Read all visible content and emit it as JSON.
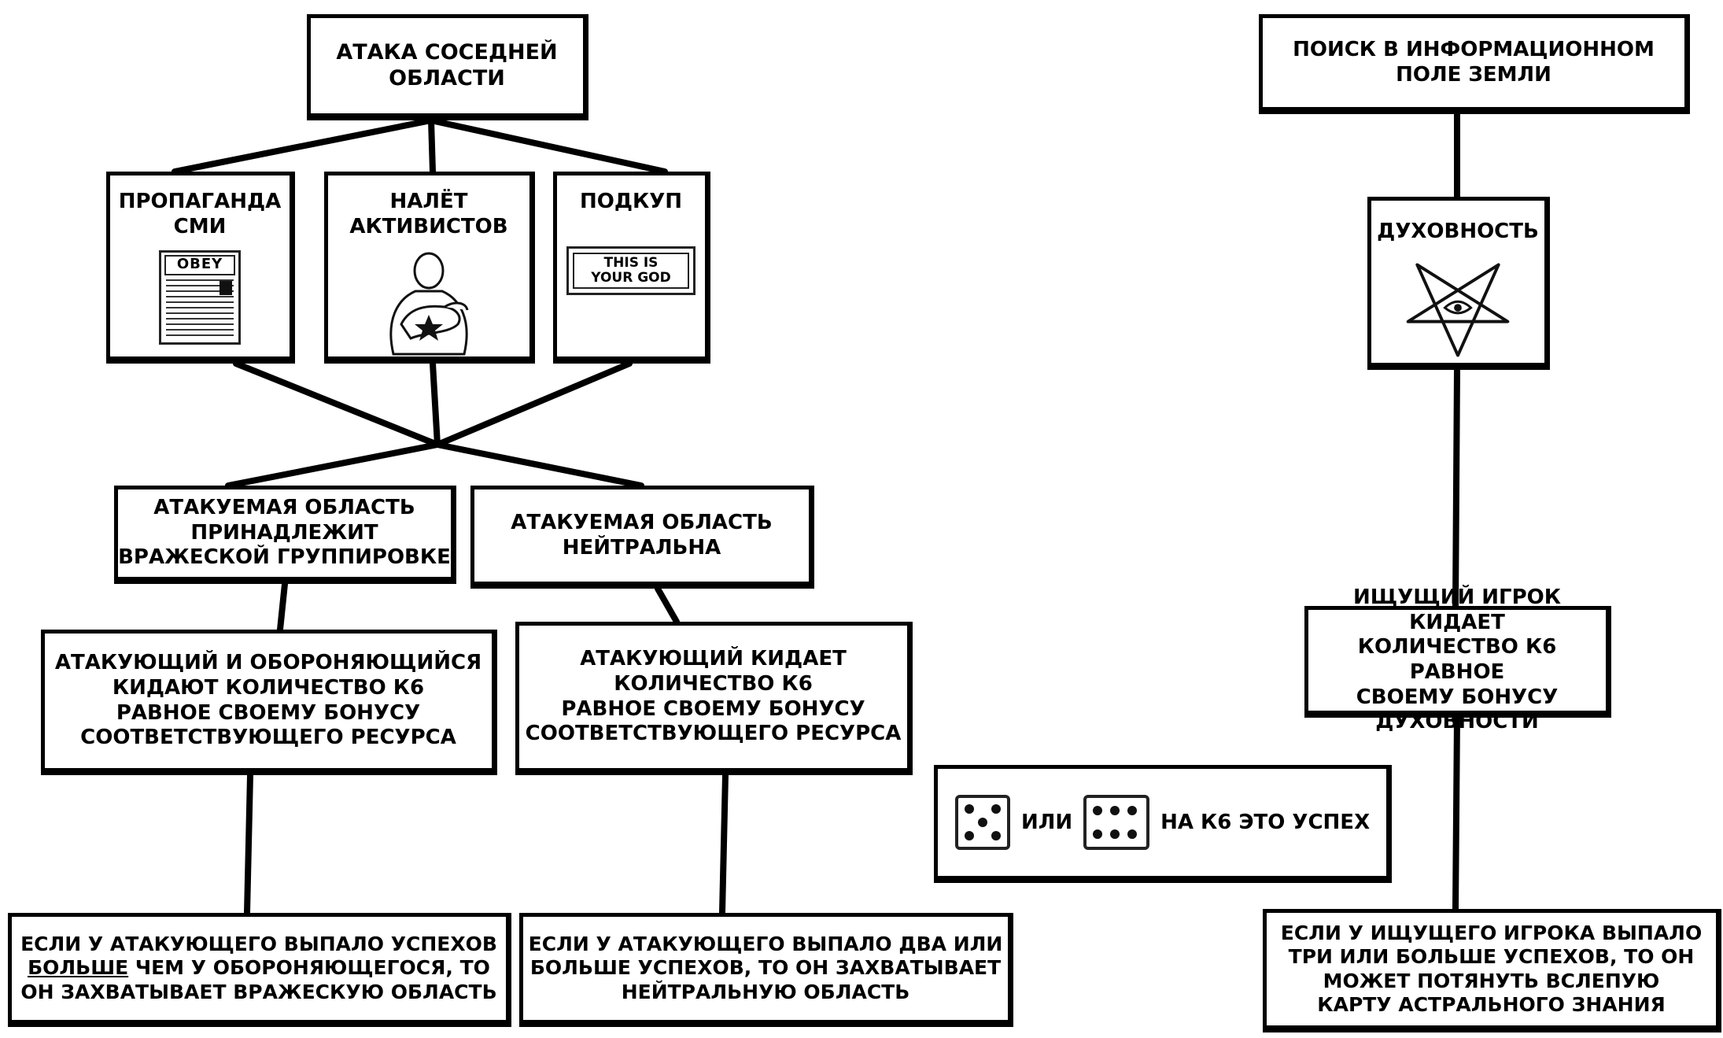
{
  "left_tree": {
    "root": [
      "АТАКА СОСЕДНЕЙ",
      "ОБЛАСТИ"
    ],
    "methods": [
      {
        "label": [
          "ПРОПАГАНДА",
          "СМИ"
        ],
        "icon": "newspaper-icon",
        "icon_text": "OBEY"
      },
      {
        "label": [
          "НАЛЁТ",
          "АКТИВИСТОВ"
        ],
        "icon": "fighter-icon"
      },
      {
        "label": [
          "ПОДКУП"
        ],
        "icon": "sign-icon",
        "icon_text": [
          "THIS IS",
          "YOUR GOD"
        ]
      }
    ],
    "branch_enemy": {
      "condition": [
        "АТАКУЕМАЯ ОБЛАСТЬ",
        "ПРИНАДЛЕЖИТ",
        "ВРАЖЕСКОЙ ГРУППИРОВКЕ"
      ],
      "roll": [
        "АТАКУЮЩИЙ И ОБОРОНЯЮЩИЙСЯ",
        "КИДАЮТ КОЛИЧЕСТВО К6",
        "РАВНОЕ СВОЕМУ БОНУСУ",
        "СООТВЕТСТВУЮЩЕГО РЕСУРСА"
      ],
      "result_line1": "ЕСЛИ У АТАКУЮЩЕГО ВЫПАЛО УСПЕХОВ",
      "result_line2_underlined": "БОЛЬШЕ",
      "result_line2_rest": " ЧЕМ У ОБОРОНЯЮЩЕГОСЯ, ТО",
      "result_line3": "ОН ЗАХВАТЫВАЕТ ВРАЖЕСКУЮ ОБЛАСТЬ"
    },
    "branch_neutral": {
      "condition": [
        "АТАКУЕМАЯ ОБЛАСТЬ",
        "НЕЙТРАЛЬНА"
      ],
      "roll": [
        "АТАКУЮЩИЙ КИДАЕТ",
        "КОЛИЧЕСТВО К6",
        "РАВНОЕ СВОЕМУ БОНУСУ",
        "СООТВЕТСТВУЮЩЕГО РЕСУРСА"
      ],
      "result": [
        "ЕСЛИ У АТАКУЮЩЕГО ВЫПАЛО ДВА ИЛИ",
        "БОЛЬШЕ УСПЕХОВ, ТО ОН ЗАХВАТЫВАЕТ",
        "НЕЙТРАЛЬНУЮ ОБЛАСТЬ"
      ]
    }
  },
  "right_tree": {
    "root": [
      "ПОИСК В ИНФОРМАЦИОННОМ",
      "ПОЛЕ ЗЕМЛИ"
    ],
    "method": {
      "label": "ДУХОВНОСТЬ",
      "icon": "pentagram-icon"
    },
    "roll": [
      "ИЩУЩИЙ ИГРОК КИДАЕТ",
      "КОЛИЧЕСТВО К6 РАВНОЕ",
      "СВОЕМУ БОНУСУ ДУХОВНОСТИ"
    ],
    "result": [
      "ЕСЛИ У ИЩУЩЕГО ИГРОКА ВЫПАЛО",
      "ТРИ ИЛИ БОЛЬШЕ УСПЕХОВ, ТО ОН",
      "МОЖЕТ ПОТЯНУТЬ ВСЛЕПУЮ",
      "КАРТУ АСТРАЛЬНОГО ЗНАНИЯ"
    ]
  },
  "dice_legend": {
    "die_faces": [
      5,
      6
    ],
    "or_label": "ИЛИ",
    "caption": "НА К6 ЭТО УСПЕХ"
  },
  "colors": {
    "ink": "#000000",
    "paper": "#ffffff"
  }
}
